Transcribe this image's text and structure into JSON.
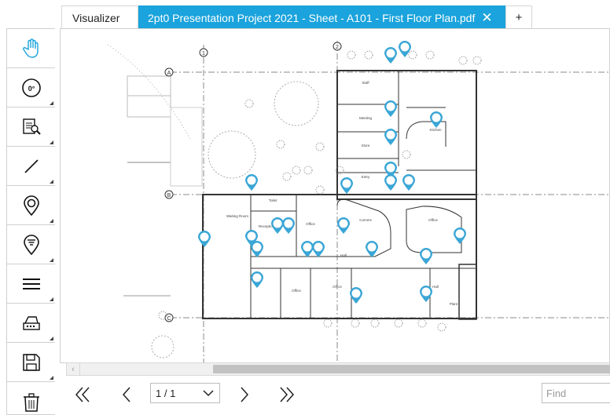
{
  "tabs": {
    "visualizer": "Visualizer",
    "active": "2pt0 Presentation Project 2021 - Sheet - A101 - First Floor Plan.pdf",
    "close_glyph": "✕",
    "add_glyph": "+"
  },
  "toolbar": {
    "tools": [
      "hand-pan-icon",
      "rotate-icon",
      "document-search-icon",
      "line-tool-icon",
      "location-pin-icon",
      "filter-pin-icon",
      "menu-lines-icon",
      "stamp-icon",
      "save-icon",
      "delete-icon"
    ],
    "rotate_label": "0°"
  },
  "pager": {
    "page_value": "1 / 1",
    "find_placeholder": "Find"
  },
  "colors": {
    "accent": "#1aa3dc",
    "pin": "#3aa6d6"
  },
  "plan": {
    "grid_labels": [
      "1",
      "2",
      "A",
      "B",
      "C"
    ],
    "rooms": [
      "Waiting Room",
      "Toilet",
      "Reception",
      "Office",
      "Office",
      "Office",
      "Office",
      "Staff",
      "Meeting",
      "Kitchen",
      "Store",
      "Entry",
      "Hall",
      "Comms",
      "Hall",
      "Plant"
    ]
  }
}
